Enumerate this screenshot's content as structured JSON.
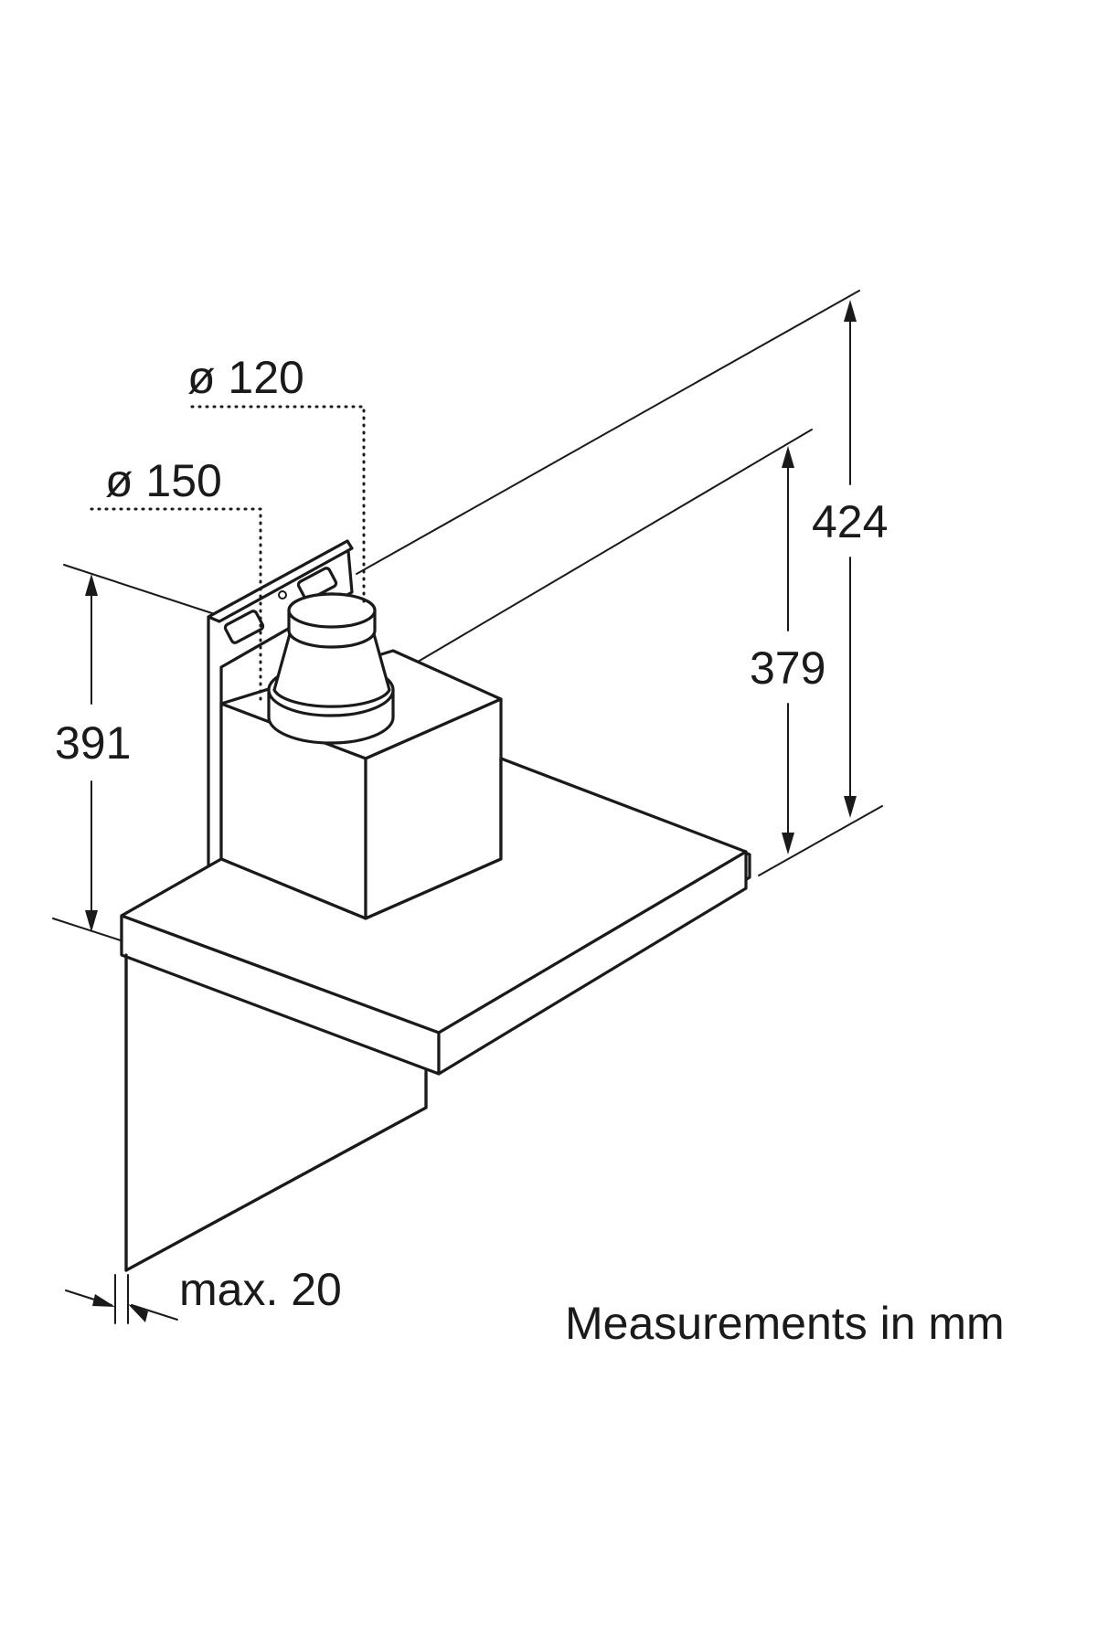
{
  "diagram": {
    "dimensions": {
      "duct_small_diameter": "ø 120",
      "duct_large_diameter": "ø 150",
      "height_left": "391",
      "height_right_inner": "379",
      "height_right_outer": "424",
      "wall_gap": "max. 20"
    },
    "note": "Measurements in mm"
  }
}
